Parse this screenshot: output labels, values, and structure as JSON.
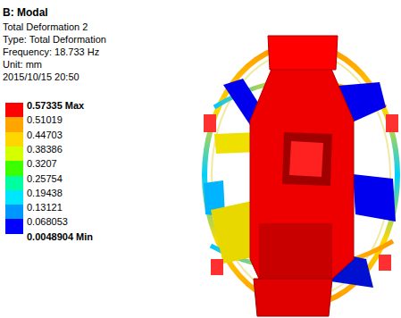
{
  "diagram": {
    "title": "B: Modal",
    "labels": [
      "Total Deformation 2",
      "Type: Total Deformation",
      "Frequency: 18.733 Hz",
      "Unit: mm",
      "2015/10/15 20:50",
      "0.0048904 Min"
    ],
    "legend": [
      {
        "text": "0.57335 Max",
        "color": "#ff0000"
      },
      {
        "text": "0.51019",
        "color": "#ffa500"
      },
      {
        "text": "0.44703",
        "color": "#ffd700"
      },
      {
        "text": "0.38386",
        "color": "#d4ff00"
      },
      {
        "text": "0.3207",
        "color": "#3cff00"
      },
      {
        "text": "0.25754",
        "color": "#00ffa0"
      },
      {
        "text": "0.19438",
        "color": "#00e6ff"
      },
      {
        "text": "0.13121",
        "color": "#0096ff"
      },
      {
        "text": "0.068053",
        "color": "#0000ff"
      }
    ]
  }
}
